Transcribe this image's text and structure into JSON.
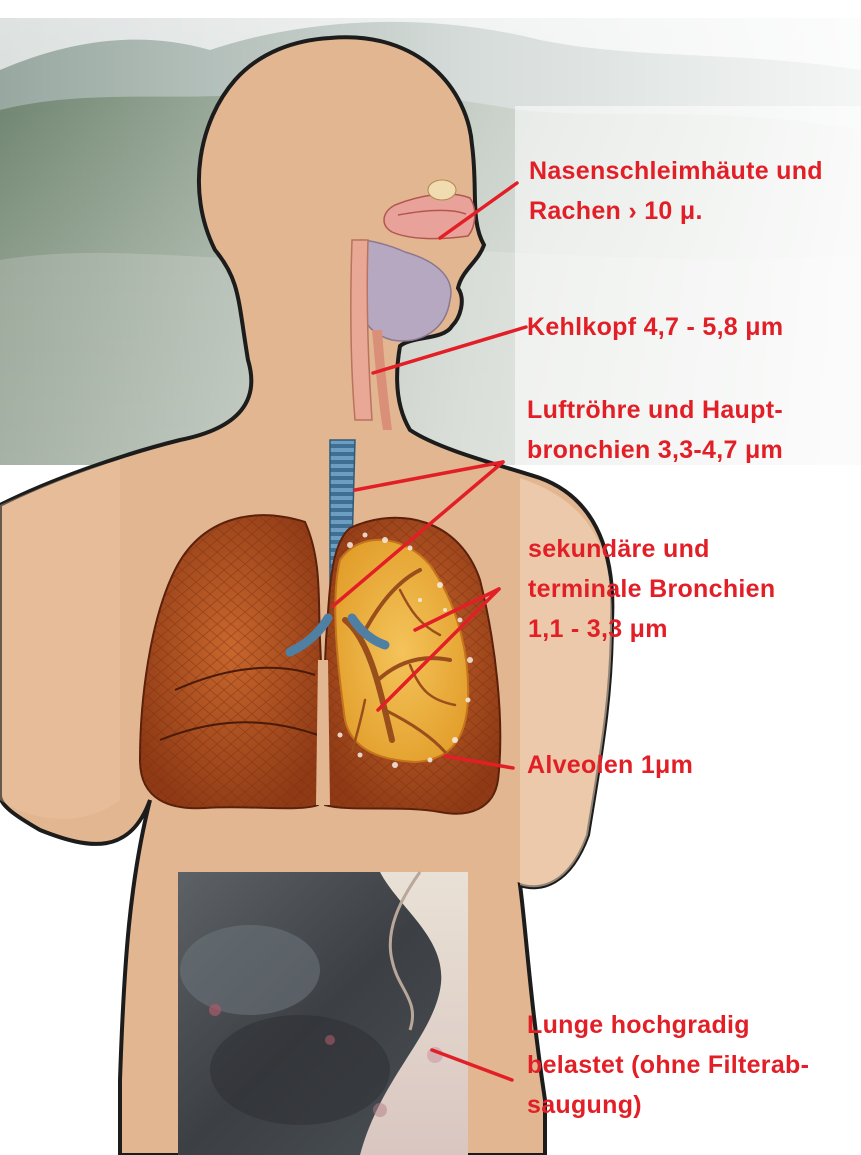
{
  "labels": {
    "nose": {
      "lines": [
        "Nasenschleimhäute und",
        "Rachen › 10 μ."
      ]
    },
    "larynx": {
      "lines": [
        "Kehlkopf 4,7 - 5,8 μm"
      ]
    },
    "trachea": {
      "lines": [
        "Luftröhre und Haupt-",
        "bronchien 3,3-4,7 μm"
      ]
    },
    "bronchi": {
      "lines": [
        "sekundäre und",
        "terminale Bronchien",
        "1,1 - 3,3 μm"
      ]
    },
    "alveoli": {
      "lines": [
        "Alveolen 1μm"
      ]
    },
    "lung": {
      "lines": [
        "Lunge hochgradig",
        "belastet (ohne Filterab-",
        "saugung)"
      ]
    }
  },
  "colors": {
    "label_text": "#e21f26",
    "leader_line": "#e21f26",
    "skin": "#e2b690",
    "lung_tissue": "#b0521f",
    "bronchial_tree": "#e8a12a",
    "trachea_rings": "#5d8eb1",
    "forest_background": "#8fa08d"
  }
}
